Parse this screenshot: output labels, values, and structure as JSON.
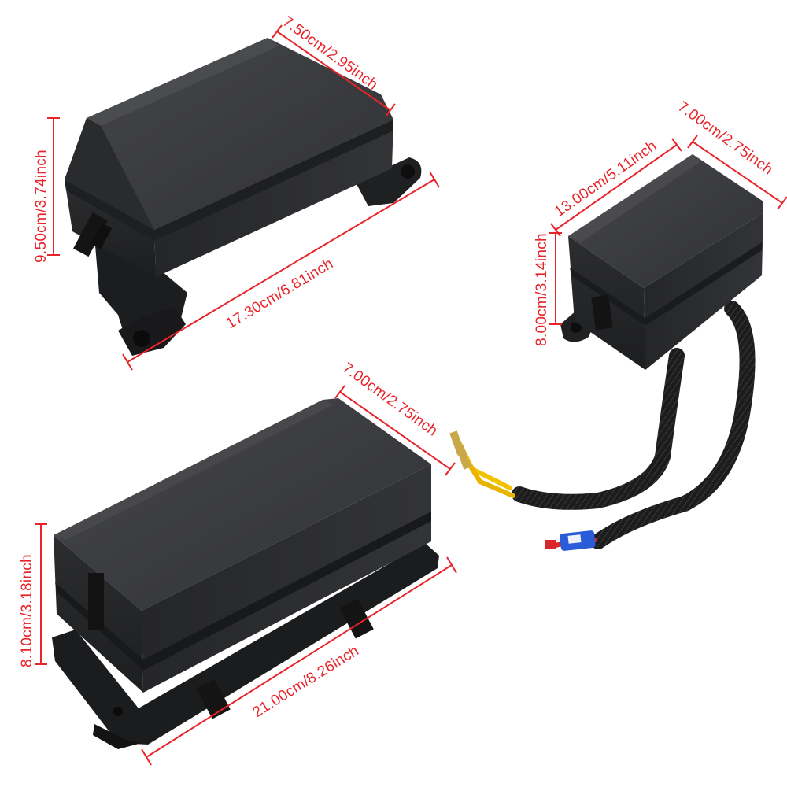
{
  "colors": {
    "dimension_red": "#e8242a",
    "housing_dark": "#2b2c2e",
    "housing_top": "#3a3b3d",
    "housing_side": "#242527",
    "sleeve": "#1e1e1f",
    "wire_yellow": "#f2c200",
    "wire_red": "#d8262a",
    "terminal_blue": "#2a5bd8"
  },
  "products": [
    {
      "name": "small-fuse-box",
      "icon": "fuse-relay-box"
    },
    {
      "name": "wired-fuse-box",
      "icon": "fuse-relay-box-with-harness"
    },
    {
      "name": "large-fuse-box",
      "icon": "fuse-relay-box"
    }
  ],
  "dimensions": {
    "small_box_depth": "7.50cm/2.95inch",
    "small_box_height": "9.50cm/3.74inch",
    "small_box_length": "17.30cm/6.81inch",
    "wired_box_width": "7.00cm/2.75inch",
    "wired_box_length": "13.00cm/5.11inch",
    "wired_box_height": "8.00cm/3.14inch",
    "large_box_depth": "7.00cm/2.75inch",
    "large_box_height": "8.10cm/3.18inch",
    "large_box_length": "21.00cm/8.26inch"
  }
}
